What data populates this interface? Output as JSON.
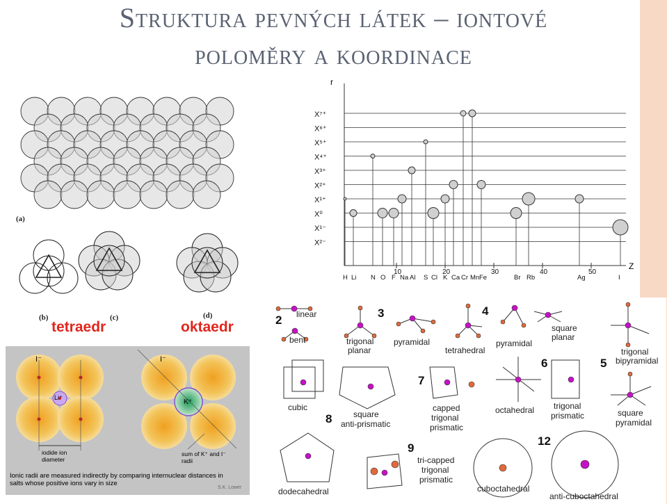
{
  "title": {
    "line1": "Struktura pevných látek – iontové",
    "line2": "poloměry a koordinace"
  },
  "packing": {
    "label_a": "(a)",
    "label_b": "(b)",
    "label_c": "(c)",
    "label_d": "(d)",
    "tetraedr": "tetraedr",
    "oktaedr": "oktaedr"
  },
  "ionic_radii": {
    "ion_top_left": "I⁻",
    "ion_top_right": "I⁻",
    "li_label": "Li⁺",
    "k_label": "K⁺",
    "iodide_diameter": "iodide ion diameter",
    "sum_radii": "sum of K⁺ and I⁻ radii",
    "caption": "Ionic radii are measured indirectly by comparing internuclear distances in salts whose positive ions vary in size",
    "credit": "S.K. Lower"
  },
  "radii_chart": {
    "y_axis": "r",
    "x_axis": "Z",
    "charge_labels": [
      "X⁷⁺",
      "X⁶⁺",
      "X⁵⁺",
      "X⁴⁺",
      "X³⁺",
      "X²⁺",
      "X¹⁺",
      "X⁰",
      "X¹⁻",
      "X²⁻"
    ],
    "ticks": [
      "10",
      "20",
      "30",
      "40",
      "50"
    ],
    "elements": [
      "H",
      "Li",
      "N",
      "O",
      "F",
      "Na",
      "Al",
      "S",
      "Cl",
      "K",
      "Ca",
      "Cr",
      "Mn",
      "Fe",
      "Br",
      "Rb",
      "Ag",
      "I"
    ]
  },
  "geometries": {
    "numbers": [
      "2",
      "3",
      "4",
      "5",
      "6",
      "7",
      "8",
      "9",
      "12"
    ],
    "names": {
      "linear": "linear",
      "bent": "bent",
      "trigonal_planar": "trigonal planar",
      "pyramidal3": "pyramidal",
      "tetrahedral": "tetrahedral",
      "pyramidal4": "pyramidal",
      "square_planar": "square planar",
      "trigonal_bipyramidal": "trigonal bipyramidal",
      "cubic": "cubic",
      "square_antiprismatic": "square anti-prismatic",
      "capped_trigonal_prismatic": "capped trigonal prismatic",
      "octahedral": "octahedral",
      "trigonal_prismatic": "trigonal prismatic",
      "square_pyramidal": "square pyramidal",
      "dodecahedral": "dodecahedral",
      "tricapped_trigonal_prismatic": "tri-capped trigonal prismatic",
      "cuboctahedral": "cuboctahedral",
      "anticuboctahedral": "anti-cuboctahedral"
    }
  },
  "colors": {
    "accent_red": "#e1261c",
    "title_gray": "#5a6272",
    "center_magenta": "#c512c5",
    "ligand_orange": "#e06a3c",
    "side_decoration": "#f7d9c6"
  }
}
